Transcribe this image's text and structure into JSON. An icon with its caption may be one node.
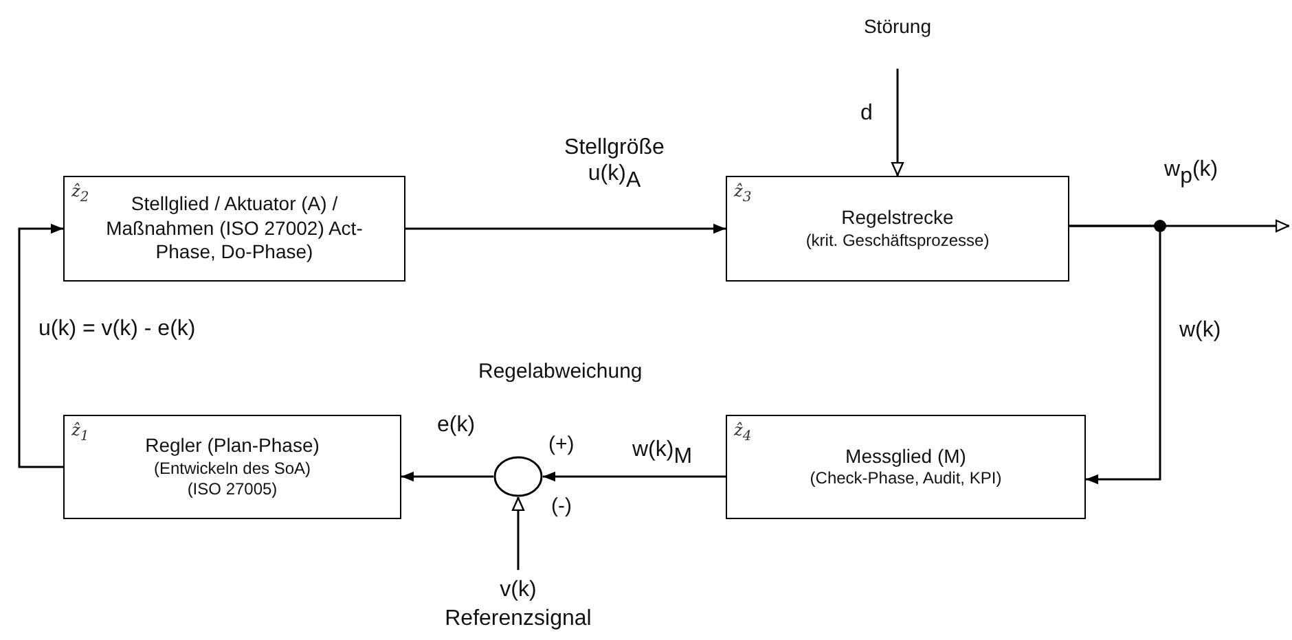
{
  "diagram": {
    "nodes": [
      {
        "text": [
          "ẑ$_{2}$",
          "Stellglied / Aktuator (A) / Maßnahmen (ISO 27002) Act-Phase, Do-Phase)"
        ]
      },
      {
        "text": [
          "ẑ$_{3}$",
          "Regelstrecke",
          "(krit. Geschäftsprozesse)"
        ]
      },
      {
        "text": [
          "ẑ$_{4}$",
          "Messglied (M)",
          "(Check-Phase, Audit, KPI)"
        ]
      },
      {
        "text": [],
        "shape": "circle"
      },
      {
        "text": [
          "ẑ$_{1}$",
          "Regler (Plan-Phase)",
          "(Entwickeln des SoA)",
          "(ISO 27005)"
        ]
      },
      {
        "text": [
          "Störung"
        ]
      },
      {
        "text": [
          "v(k)",
          "Referenzsignal"
        ]
      }
    ],
    "edges": [
      {
        "from": 0,
        "to": 1,
        "arrow": "to",
        "label": "Stellgröße u(k)$_{A}$"
      },
      {
        "from": 5,
        "to": 1,
        "arrow": "to",
        "label": "d"
      },
      {
        "from": 1,
        "to": null,
        "arrow": "to",
        "label": "w$_{p}$(k)"
      },
      {
        "from": 1,
        "to": 2,
        "arrow": "to",
        "label": "w(k)"
      },
      {
        "from": 2,
        "to": 3,
        "arrow": "to",
        "label": "w(k)$_{M}$"
      },
      {
        "from": 6,
        "to": 3,
        "arrow": "to"
      },
      {
        "from": 3,
        "to": 4,
        "arrow": "to",
        "label": "e(k)"
      },
      {
        "from": 4,
        "to": 0,
        "arrow": "to",
        "label": "u(k) = v(k) - e(k)"
      }
    ],
    "labels": [
      "Regelabweichung",
      "(+)",
      "(-)"
    ]
  }
}
